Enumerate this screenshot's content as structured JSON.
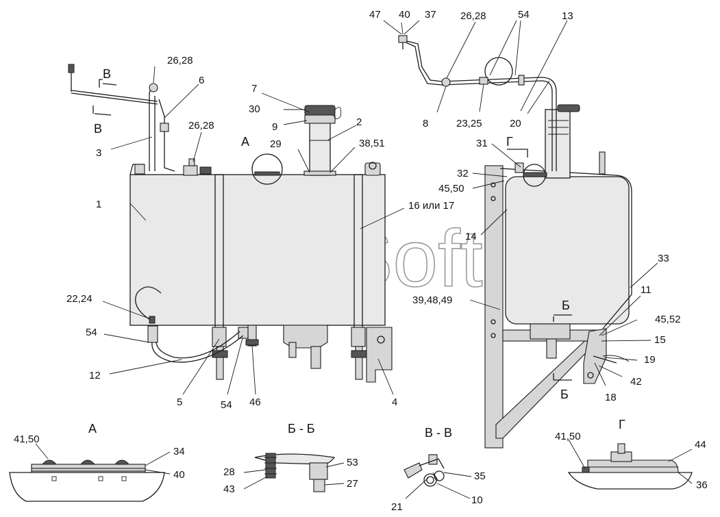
{
  "watermark": "AutoSoft",
  "view_titles": {
    "a": "А",
    "b": "Б - Б",
    "v": "В - В",
    "g": "Г"
  },
  "section_marks": {
    "a": "А",
    "b1": "Б",
    "b2": "Б",
    "v1": "В",
    "v2": "В",
    "g": "Г"
  },
  "labels": {
    "l1": "1",
    "l2": "2",
    "l3": "3",
    "l4": "4",
    "l5": "5",
    "l6": "6",
    "l7": "7",
    "l8": "8",
    "l9": "9",
    "l10": "10",
    "l11": "11",
    "l12": "12",
    "l13": "13",
    "l14": "14",
    "l15": "15",
    "l16_17": "16 или 17",
    "l18": "18",
    "l19": "19",
    "l20": "20",
    "l21": "21",
    "l22_24": "22,24",
    "l23_25": "23,25",
    "l26_28_a": "26,28",
    "l26_28_b": "26,28",
    "l26_28_c": "26,28",
    "l27": "27",
    "l28": "28",
    "l29": "29",
    "l30": "30",
    "l31": "31",
    "l32": "32",
    "l33": "33",
    "l34": "34",
    "l35": "35",
    "l36": "36",
    "l37": "37",
    "l38_51": "38,51",
    "l39_48_49": "39,48,49",
    "l40_top": "40",
    "l40_a": "40",
    "l41_50_a": "41,50",
    "l41_50_g": "41,50",
    "l42": "42",
    "l43": "43",
    "l44": "44",
    "l45_50": "45,50",
    "l45_52": "45,52",
    "l46": "46",
    "l47": "47",
    "l53": "53",
    "l54_top": "54",
    "l54_left": "54",
    "l54_bottom": "54"
  }
}
